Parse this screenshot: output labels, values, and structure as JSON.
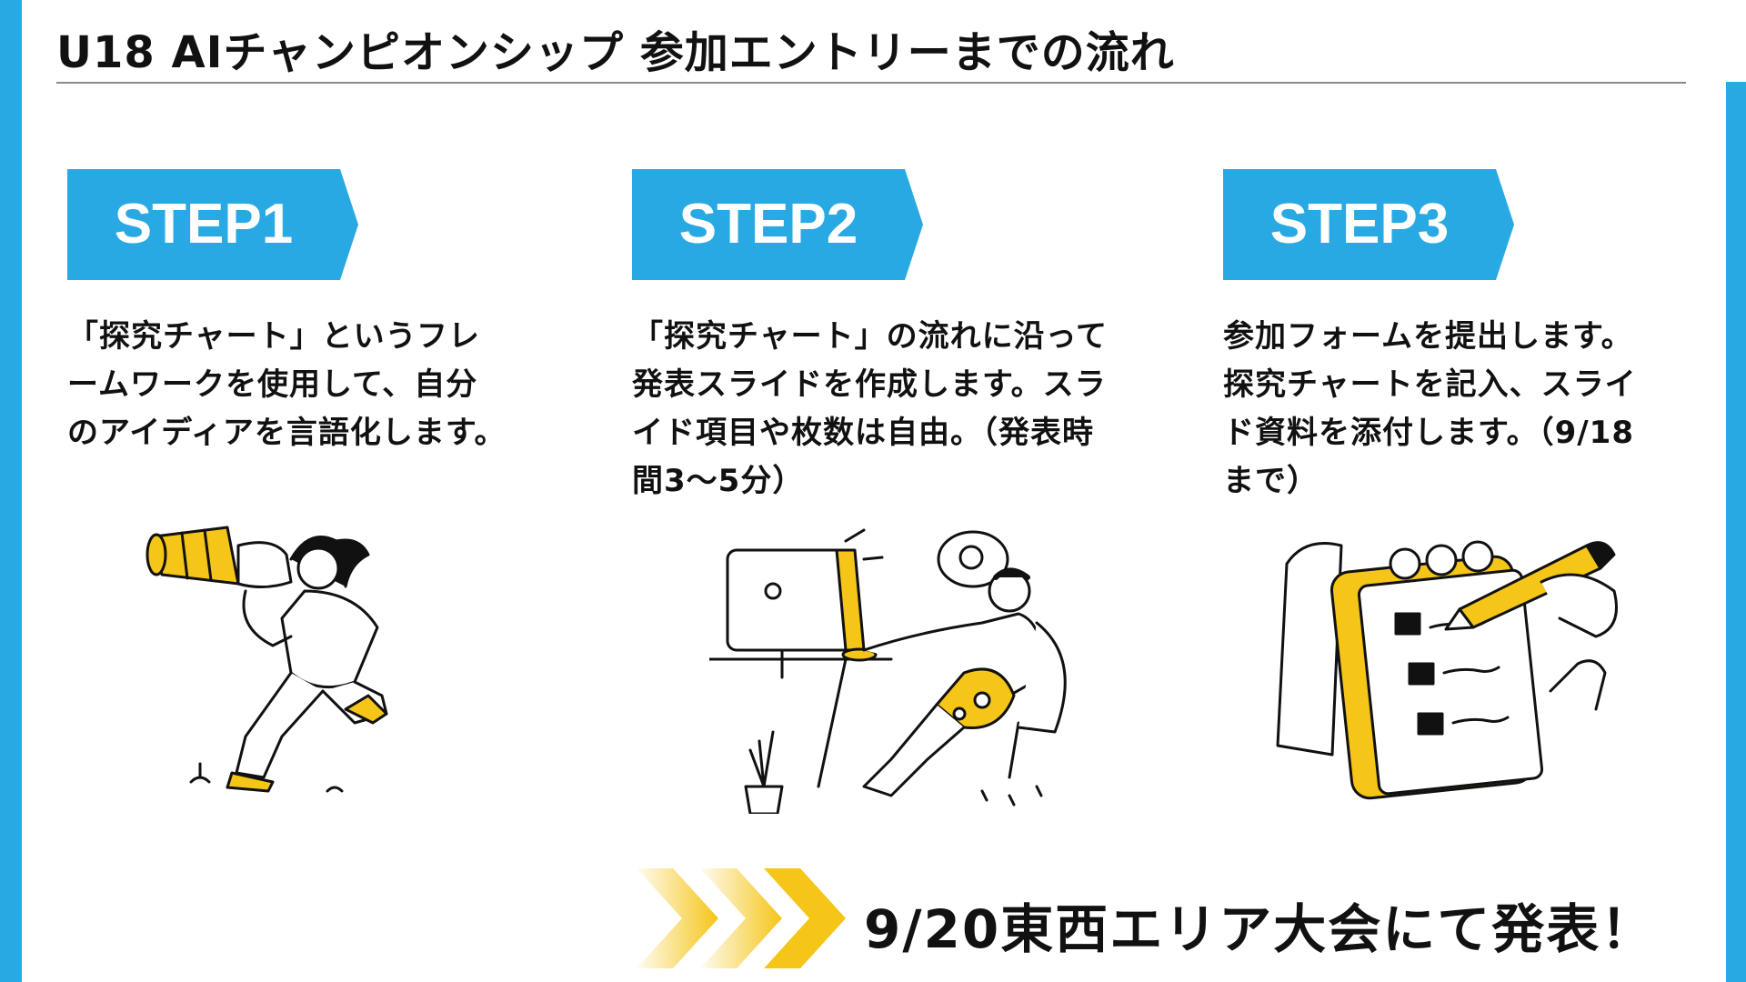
{
  "header": {
    "title": "U18 AIチャンピオンシップ 参加エントリーまでの流れ"
  },
  "steps": [
    {
      "label": "STEP1",
      "lines": [
        "「探究チャート」というフレ",
        "ームワークを使用して、自分",
        "のアイディアを言語化します。"
      ]
    },
    {
      "label": "STEP2",
      "lines": [
        "「探究チャート」の流れに沿って",
        "発表スライドを作成します。スラ",
        "イド項目や枚数は自由。（発表時",
        "間3〜5分）"
      ]
    },
    {
      "label": "STEP3",
      "lines": [
        "参加フォームを提出します。",
        "探究チャートを記入、スライ",
        "ド資料を添付します。（9/18",
        "まで）"
      ]
    }
  ],
  "footer": {
    "announcement": "9/20東西エリア大会にて発表！"
  },
  "colors": {
    "accent_blue": "#29a9e3",
    "accent_yellow": "#f5c518"
  },
  "icons": [
    "telescope-person-illustration",
    "computer-desk-person-illustration",
    "checklist-pencil-illustration",
    "chevrons-right-icon"
  ]
}
